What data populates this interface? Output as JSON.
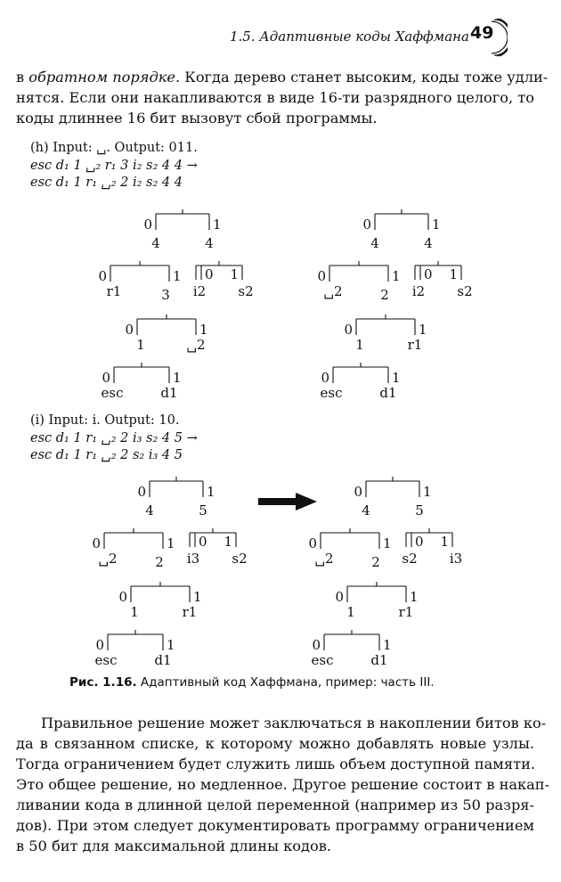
{
  "header": {
    "running_title": "1.5. Адаптивные коды Хаффмана",
    "page_number": "49"
  },
  "intro_lines": [
    "в обратном порядке. Когда дерево станет высоким, коды тоже удли-",
    "нятся. Если они накапливаются в виде 16-ти разрядного целого, то",
    "коды длиннее 16 бит вызовут сбой программы."
  ],
  "intro_italic": "обратном порядке.",
  "example_h": {
    "title": "(h) Input: ␣. Output: 011.",
    "line1": "esc d₁ 1 ␣₂ r₁ 3 i₂ s₂ 4 4 →",
    "line2": "esc d₁ 1 r₁ ␣₂ 2 i₂ s₂ 4 4"
  },
  "example_i": {
    "title": "(i) Input: i. Output: 10.",
    "line1": "esc d₁ 1 r₁ ␣₂ 2 i₃ s₂ 4 5 →",
    "line2": "esc d₁ 1 r₁ ␣₂ 2 s₂ i₃ 4 5"
  },
  "trees": {
    "h_left": {
      "root_w": [
        "4",
        "4"
      ],
      "left": [
        "r1",
        "3"
      ],
      "right": [
        "i2",
        "s2"
      ],
      "mid": [
        "1",
        "␣2"
      ],
      "bottom": [
        "esc",
        "d1"
      ]
    },
    "h_right": {
      "root_w": [
        "4",
        "4"
      ],
      "left": [
        "␣2",
        "2"
      ],
      "right": [
        "i2",
        "s2"
      ],
      "mid": [
        "1",
        "r1"
      ],
      "bottom": [
        "esc",
        "d1"
      ]
    },
    "i_left": {
      "root_w": [
        "4",
        "5"
      ],
      "left": [
        "␣2",
        "2"
      ],
      "right": [
        "i3",
        "s2"
      ],
      "mid": [
        "1",
        "r1"
      ],
      "bottom": [
        "esc",
        "d1"
      ]
    },
    "i_right": {
      "root_w": [
        "4",
        "5"
      ],
      "left": [
        "␣2",
        "2"
      ],
      "right": [
        "s2",
        "i3"
      ],
      "mid": [
        "1",
        "r1"
      ],
      "bottom": [
        "esc",
        "d1"
      ]
    },
    "bit_zero": "0",
    "bit_one": "1"
  },
  "caption": {
    "label": "Рис. 1.16.",
    "text": "Адаптивный код Хаффмана, пример: часть III."
  },
  "outro_lines": [
    "Правильное решение может заключаться в накоплении битов ко-",
    "да в связанном списке, к которому можно добавлять новые узлы.",
    "Тогда ограничением будет служить лишь объем доступной памяти.",
    "Это общее решение, но медленное. Другое решение состоит в накап-",
    "ливании кода в длинной целой переменной (например из 50 разря-",
    "дов). При этом следует документировать программу ограничением",
    "в 50 бит для максимальной длины кодов."
  ]
}
